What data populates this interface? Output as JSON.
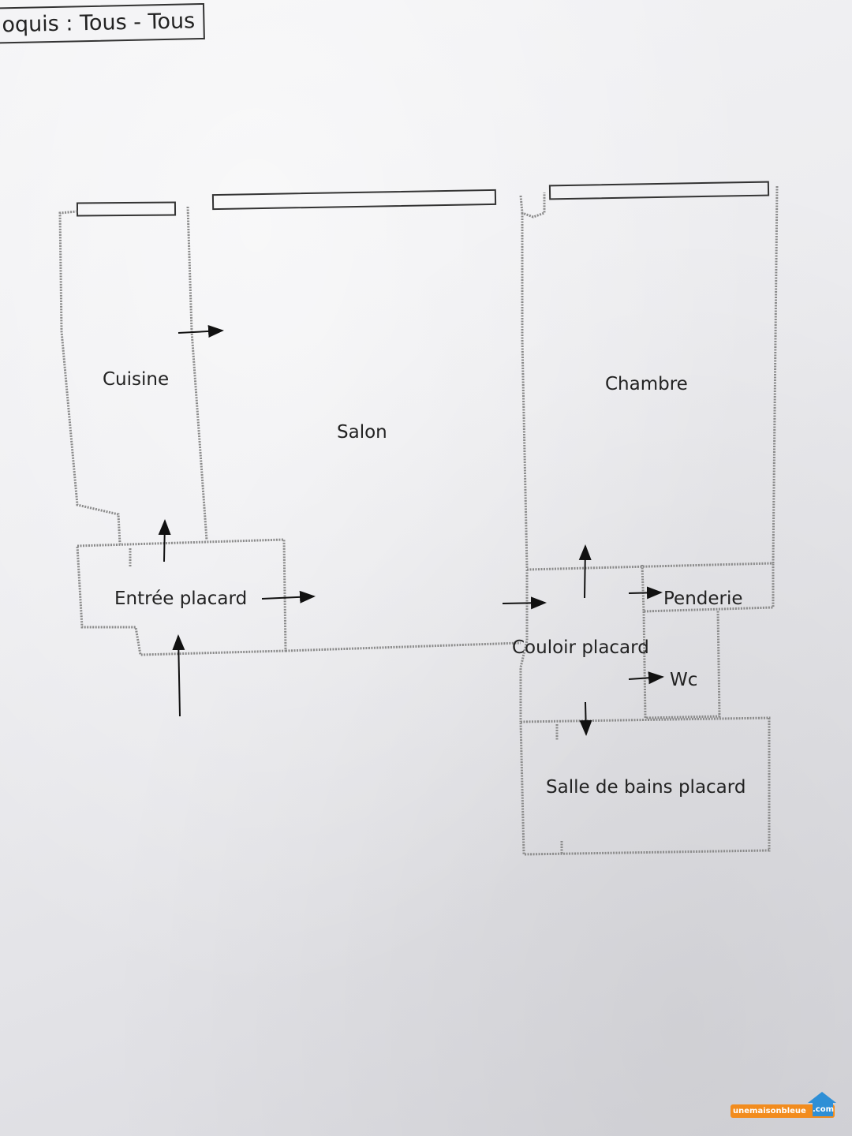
{
  "header": {
    "title": "oquis : Tous - Tous"
  },
  "rooms": {
    "cuisine": "Cuisine",
    "salon": "Salon",
    "chambre": "Chambre",
    "entree": "Entrée placard",
    "penderie": "Penderie",
    "couloir": "Couloir placard",
    "wc": "Wc",
    "sdb": "Salle de bains placard"
  },
  "watermark": {
    "text": "unemaisonbleue",
    "suffix": ".com"
  },
  "colors": {
    "wall": "#8a8a8a",
    "arrow": "#111111",
    "watermark_orange": "#f28c1e",
    "watermark_blue": "#2e8fd6"
  }
}
